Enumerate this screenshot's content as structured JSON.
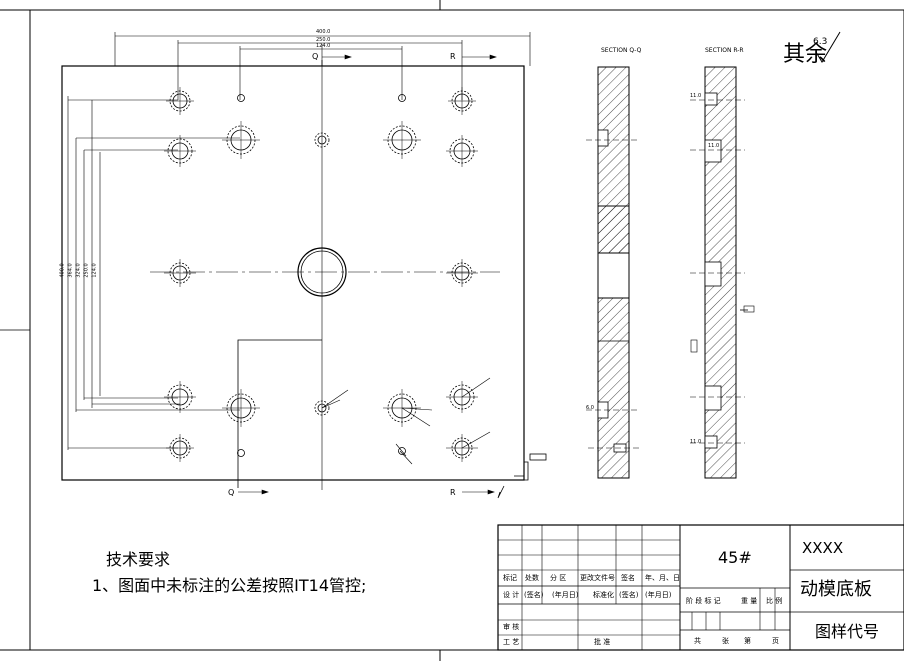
{
  "drawing": {
    "roughness_mark": "其余",
    "roughness_value": "6.3",
    "section_q_label": "SECTION Q-Q",
    "section_r_label": "SECTION R-R",
    "cut_q": "Q",
    "cut_r": "R",
    "dims": {
      "overall_width": "400.0",
      "inner_width_1": "250.0",
      "inner_width_2": "124.0",
      "v1": "400.0",
      "v2": "364.0",
      "v3": "324.0",
      "v4": "250.0",
      "v5": "124.0",
      "sec_q_top": "6.0",
      "sec_r_top": "11.0",
      "sec_r_mid": "11.0",
      "sec_r_bot": "11.0"
    }
  },
  "tech": {
    "heading": "技术要求",
    "note1": "1、图面中未标注的公差按照IT14管控;"
  },
  "title_block": {
    "material": "45#",
    "company": "XXXX",
    "part_name": "动模底板",
    "drawing_no_label": "图样代号",
    "row_labels": [
      "标记",
      "处数",
      "分 区",
      "更改文件号",
      "签名",
      "年、月、日"
    ],
    "design": "设 计",
    "sign1": "(签名)",
    "date1": "(年月日)",
    "standard": "标准化",
    "sign2": "(签名)",
    "date2": "(年月日)",
    "review": "审 核",
    "process": "工 艺",
    "approve": "批 准",
    "stage": "阶 段 标 记",
    "weight": "重 量",
    "scale": "比 例",
    "total": "共",
    "sheets": "张",
    "page": "第",
    "pages": "页"
  }
}
